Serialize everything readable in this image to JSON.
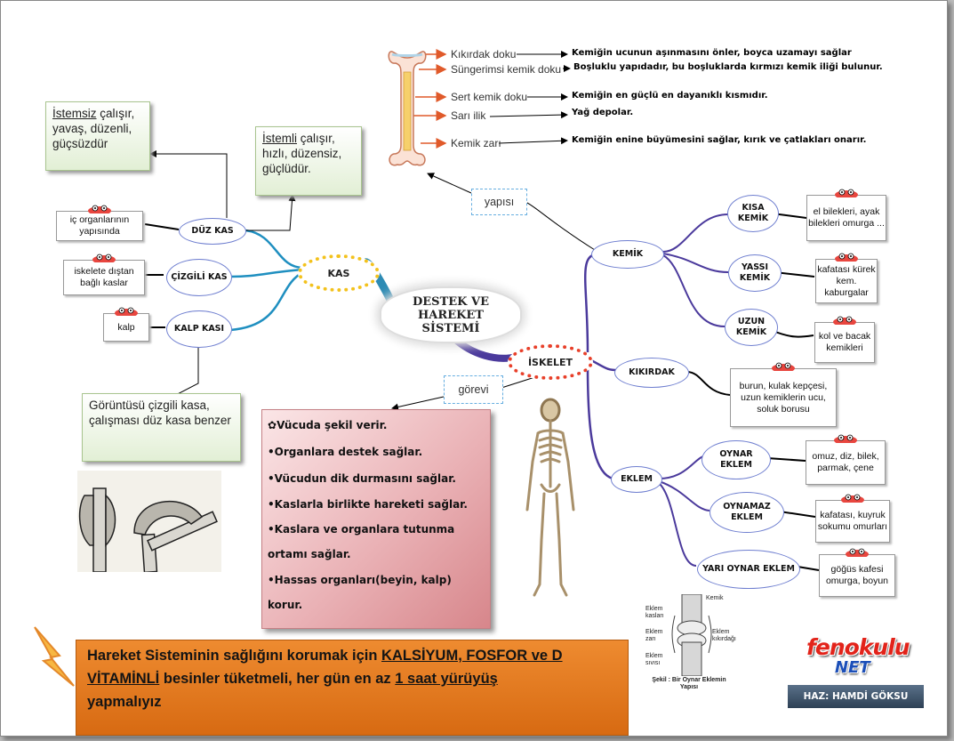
{
  "center": {
    "title": "DESTEK VE HAREKET SİSTEMİ"
  },
  "kas": {
    "label": "KAS"
  },
  "iskelet": {
    "label": "İSKELET"
  },
  "yapisi": "yapısı",
  "gorevi": "görevi",
  "muscles": [
    {
      "name": "DÜZ KAS",
      "note": "iç organlarının yapısında"
    },
    {
      "name": "ÇİZGİLİ KAS",
      "note": "iskelete dıştan bağlı kaslar"
    },
    {
      "name": "KALP KASI",
      "note": "kalp"
    }
  ],
  "greenboxes": {
    "istemsiz": {
      "u": "İstemsiz",
      "rest": " çalışır, yavaş, düzenli, güçsüzdür"
    },
    "istemli": {
      "u": "İstemli",
      "rest": " çalışır, hızlı, düzensiz, güçlüdür."
    },
    "kalp": "Görüntüsü çizgili kasa, çalışması düz kasa benzer"
  },
  "bone_parts": [
    {
      "label": "Kıkırdak doku",
      "desc": "Kemiğin ucunun aşınmasını önler, boyca uzamayı sağlar"
    },
    {
      "label": "Süngerimsi kemik doku",
      "desc": "Boşluklu yapıdadır, bu boşluklarda kırmızı kemik iliği bulunur."
    },
    {
      "label": "Sert kemik doku",
      "desc": "Kemiğin en güçlü en dayanıklı kısmıdır."
    },
    {
      "label": "Sarı ilik",
      "desc": "Yağ depolar."
    },
    {
      "label": "Kemik zarı",
      "desc": "Kemiğin enine büyümesini sağlar, kırık ve çatlakları onarır."
    }
  ],
  "kemik": {
    "label": "KEMİK",
    "types": [
      {
        "name": "KISA KEMİK",
        "note": "el bilekleri, ayak bilekleri omurga ..."
      },
      {
        "name": "YASSI KEMİK",
        "note": "kafatası kürek kem. kaburgalar"
      },
      {
        "name": "UZUN KEMİK",
        "note": "kol ve bacak kemikleri"
      }
    ]
  },
  "kikirdak": {
    "label": "KIKIRDAK",
    "note": "burun, kulak kepçesi, uzun kemiklerin ucu, soluk borusu"
  },
  "eklem": {
    "label": "EKLEM",
    "types": [
      {
        "name": "OYNAR EKLEM",
        "note": "omuz, diz, bilek, parmak, çene"
      },
      {
        "name": "OYNAMAZ EKLEM",
        "note": "kafatası, kuyruk sokumu omurları"
      },
      {
        "name": "YARI OYNAR EKLEM",
        "note": "göğüs kafesi omurga, boyun"
      }
    ]
  },
  "functions": [
    "Vücuda şekil verir.",
    "Organlara destek sağlar.",
    "Vücudun dik durmasını sağlar.",
    "Kaslarla birlikte hareketi sağlar.",
    "Kaslara ve organlara tutunma",
    "ortamı sağlar.",
    "Hassas organları(beyin, kalp)",
    "korur."
  ],
  "joint_figure": {
    "labels": [
      "Kemik",
      "Eklem kasları",
      "Eklem zarı",
      "Eklem kıkırdağı",
      "Eklem sıvısı"
    ],
    "caption": "Şekil : Bir Oynar Eklemin Yapısı"
  },
  "bottom": {
    "l1a": "Hareket  Sisteminin sağlığını korumak için  ",
    "l1b": "KALSİYUM, FOSFOR ve D",
    "l2a": "VİTAMİNLİ",
    "l2b": " besinler tüketmeli,  her gün en az ",
    "l2c": "1 saat yürüyüş",
    "l3": "yapmalıyız"
  },
  "logo": {
    "top": "fenokulu",
    "bottom": "NET"
  },
  "author": "HAZ: HAMDİ GÖKSU",
  "colors": {
    "arm_blue": "#1f8fc0",
    "arm_purple": "#4b3a9c",
    "arrow_red": "#e05a2a",
    "orange": "#e07a22"
  }
}
